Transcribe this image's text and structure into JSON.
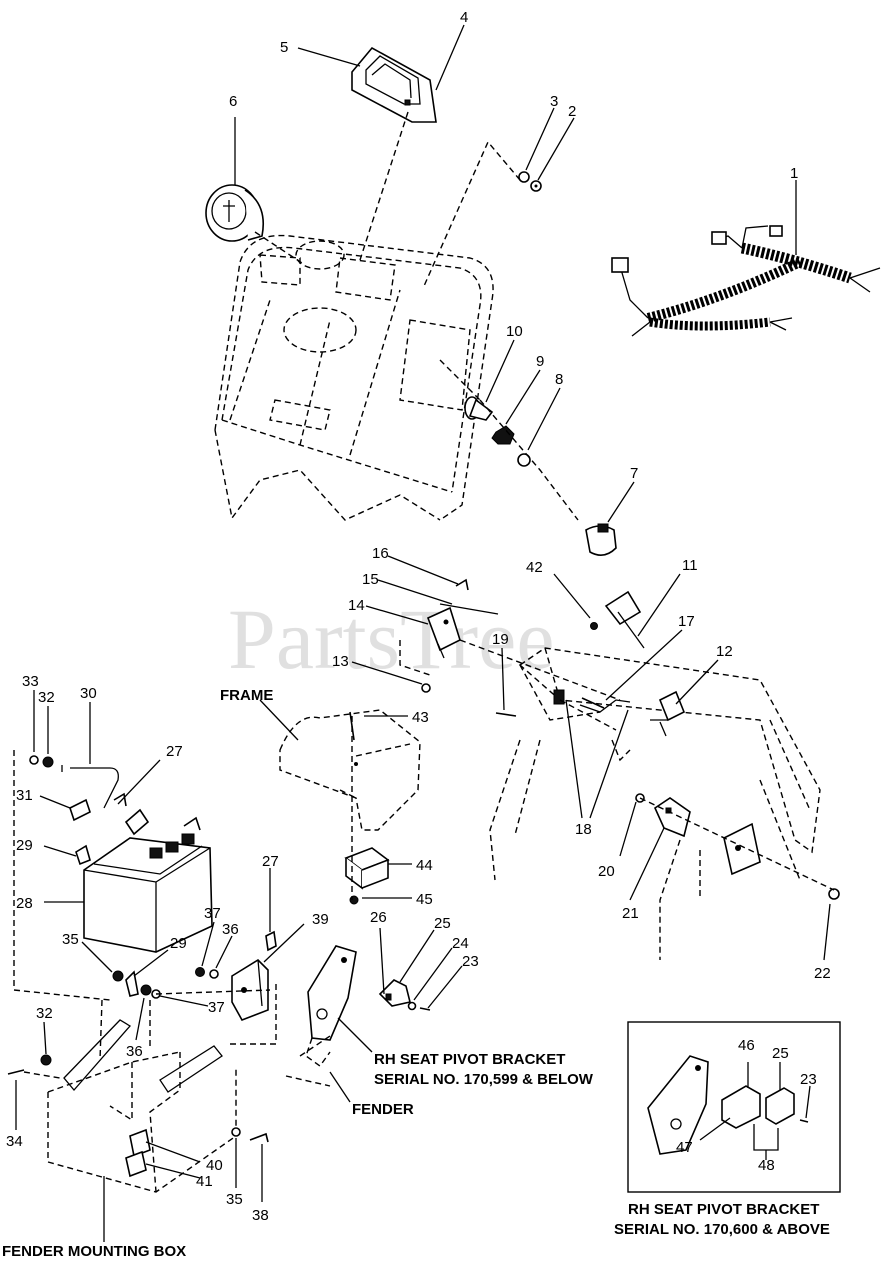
{
  "watermark": "PartsTree",
  "callouts": {
    "c1": "1",
    "c2": "2",
    "c3": "3",
    "c4": "4",
    "c5": "5",
    "c6": "6",
    "c7": "7",
    "c8": "8",
    "c9": "9",
    "c10": "10",
    "c11": "11",
    "c12": "12",
    "c13": "13",
    "c14": "14",
    "c15": "15",
    "c16": "16",
    "c17": "17",
    "c18": "18",
    "c19": "19",
    "c20": "20",
    "c21": "21",
    "c22": "22",
    "c23": "23",
    "c23b": "23",
    "c24": "24",
    "c25": "25",
    "c25b": "25",
    "c26": "26",
    "c27": "27",
    "c27b": "27",
    "c28": "28",
    "c29": "29",
    "c29b": "29",
    "c30": "30",
    "c31": "31",
    "c32": "32",
    "c32b": "32",
    "c33": "33",
    "c34": "34",
    "c35": "35",
    "c35b": "35",
    "c36": "36",
    "c36b": "36",
    "c37": "37",
    "c37b": "37",
    "c38": "38",
    "c39": "39",
    "c40": "40",
    "c41": "41",
    "c42": "42",
    "c43": "43",
    "c44": "44",
    "c45": "45",
    "c46": "46",
    "c47": "47",
    "c48": "48"
  },
  "labels": {
    "frame": "FRAME",
    "fender": "FENDER",
    "fender_mounting_box": "FENDER MOUNTING BOX",
    "rh_seat_low_line1": "RH SEAT PIVOT BRACKET",
    "rh_seat_low_line2": "SERIAL NO. 170,599 & BELOW",
    "rh_seat_high_line1": "RH SEAT PIVOT BRACKET",
    "rh_seat_high_line2": "SERIAL NO. 170,600 & ABOVE"
  }
}
